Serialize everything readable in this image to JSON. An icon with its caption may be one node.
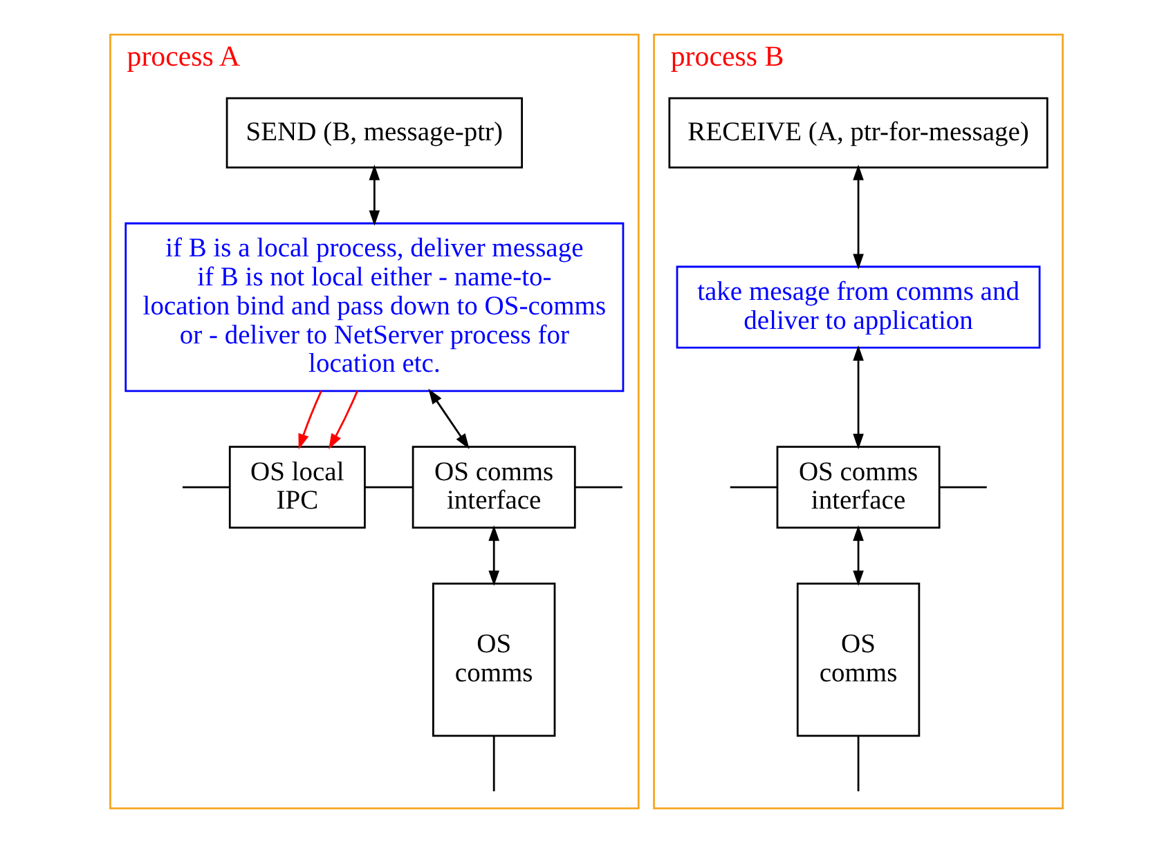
{
  "diagram": {
    "nodes": [
      {
        "text": [
          "process A"
        ]
      },
      {
        "text": [
          "SEND (B, message-ptr)"
        ],
        "in": 0
      },
      {
        "text": [
          "if B is a local process, deliver message if B is not local either - name-to-location bind and pass down to OS-comms or - deliver to NetServer process for location etc."
        ],
        "in": 0
      },
      {
        "text": [
          "OS local IPC"
        ],
        "in": 0
      },
      {
        "text": [
          "OS comms interface"
        ],
        "in": 0
      },
      {
        "text": [
          "OS comms"
        ],
        "in": 0
      },
      {
        "text": [
          "process B"
        ]
      },
      {
        "text": [
          "RECEIVE (A, ptr-for-message)"
        ],
        "in": 6
      },
      {
        "text": [
          "take mesage from comms and deliver to application"
        ],
        "in": 6
      },
      {
        "text": [
          "OS comms interface"
        ],
        "in": 6
      },
      {
        "text": [
          "OS comms"
        ],
        "in": 6
      }
    ],
    "edges": [
      {
        "from": 1,
        "to": 2,
        "arrow": "both"
      },
      {
        "from": 2,
        "to": 3,
        "arrow": "to",
        "color": "#ff0000"
      },
      {
        "from": 2,
        "to": 3,
        "arrow": "to",
        "color": "#ff0000"
      },
      {
        "from": 2,
        "to": 4,
        "arrow": "both"
      },
      {
        "from": null,
        "to": 3,
        "arrow": "none"
      },
      {
        "from": 3,
        "to": 4,
        "arrow": "none"
      },
      {
        "from": 4,
        "to": null,
        "arrow": "none"
      },
      {
        "from": 4,
        "to": 5,
        "arrow": "both"
      },
      {
        "from": 5,
        "to": null,
        "arrow": "none"
      },
      {
        "from": 7,
        "to": 8,
        "arrow": "both"
      },
      {
        "from": 8,
        "to": 9,
        "arrow": "both"
      },
      {
        "from": null,
        "to": 9,
        "arrow": "none"
      },
      {
        "from": 9,
        "to": null,
        "arrow": "none"
      },
      {
        "from": 9,
        "to": 10,
        "arrow": "both"
      },
      {
        "from": 10,
        "to": null,
        "arrow": "none"
      }
    ]
  }
}
